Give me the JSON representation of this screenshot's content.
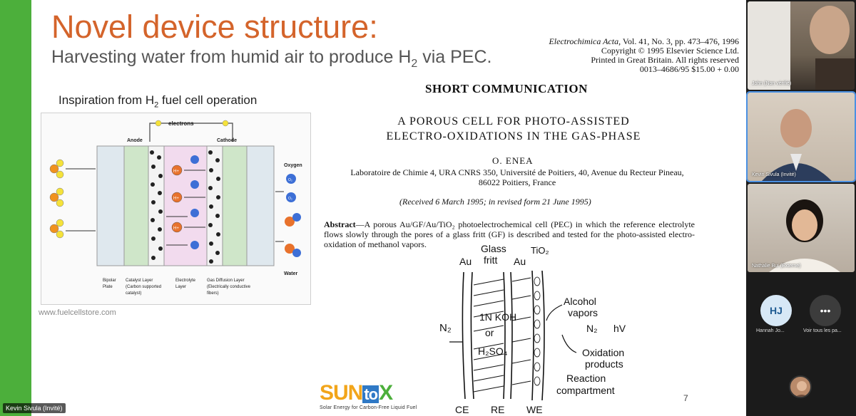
{
  "slide": {
    "title": "Novel device structure:",
    "subtitle_pre": "Harvesting water from humid air to produce H",
    "subtitle_sub": "2",
    "subtitle_post": " via PEC.",
    "citation": {
      "journal": "Electrochimica Acta",
      "ref": ", Vol. 41, No. 3, pp. 473–476, 1996",
      "copyright": "Copyright © 1995 Elsevier Science Ltd.",
      "printed": "Printed in Great Britain. All rights reserved",
      "issn": "0013–4686/95 $15.00 + 0.00"
    },
    "inspiration_pre": "Inspiration from H",
    "inspiration_sub": "2",
    "inspiration_post": " fuel cell operation",
    "fuel_cell": {
      "electrons": "electrons",
      "anode": "Anode",
      "cathode": "Cathode",
      "oxygen": "Oxygen",
      "water": "Water",
      "bipolar": "Bipolar",
      "plate": "Plate",
      "catalyst1": "Catalyst Layer",
      "catalyst2": "(Carbon supported",
      "catalyst3": "catalyst)",
      "electrolyte1": "Electrolyte",
      "electrolyte2": "Layer",
      "gdl1": "Gas Diffusion Layer",
      "gdl2": "(Electrically conductive",
      "gdl3": "fibers)",
      "h_plus": "H+",
      "o2": "O₂"
    },
    "source": "www.fuelcellstore.com",
    "paper": {
      "short": "SHORT COMMUNICATION",
      "title1": "A POROUS CELL FOR PHOTO-ASSISTED",
      "title2": "ELECTRO-OXIDATIONS IN THE GAS-PHASE",
      "author": "O. ENEA",
      "affil1": "Laboratoire de Chimie 4, URA CNRS 350, Université de Poitiers, 40, Avenue du Recteur Pineau,",
      "affil2": "86022 Poitiers, France",
      "received": "(Received 6 March 1995; in revised form 21 June 1995)",
      "abstract_label": "Abstract",
      "abstract_text": "—A porous Au/GF/Au/TiO₂ photoelectrochemical cell (PEC) in which the reference electrolyte flows slowly through the pores of a glass fritt (GF) is described and tested for the photo-assisted electro-oxidation of methanol vapors."
    },
    "sketch": {
      "glass": "Glass",
      "fritt": "fritt",
      "au_left": "Au",
      "au_right": "Au",
      "tio2": "TiO₂",
      "koh": "1N KOH",
      "or": "or",
      "h2so4": "H₂SO₄",
      "n2_left": "N₂",
      "alcohol": "Alcohol",
      "vapors": "vapors",
      "n2_right": "N₂",
      "hv": "hV",
      "oxidation": "Oxidation",
      "products": "products",
      "reaction": "Reaction",
      "compartment": "compartment",
      "ce": "CE",
      "re": "RE",
      "we": "WE"
    },
    "logo": {
      "sun": "SUN",
      "to": "to",
      "x": "X",
      "tagline": "Solar Energy for Carbon-Free Liquid Fuel"
    },
    "page_number": "7",
    "presenter_badge": "Kevin Sivula (Invité)"
  },
  "participants": [
    {
      "name": "John (Non vérifié)"
    },
    {
      "name": "Kevin Sivula (Invité)"
    },
    {
      "name": "Nathalie Bui (Externe)"
    }
  ],
  "hj": {
    "initials": "HJ",
    "label": "Hannah Jo..."
  },
  "more": {
    "icon": "•••",
    "label": "Voir tous les pa..."
  },
  "colors": {
    "accent": "#d4642b",
    "green": "#4caf3b",
    "active_tile": "#4a90e2"
  }
}
